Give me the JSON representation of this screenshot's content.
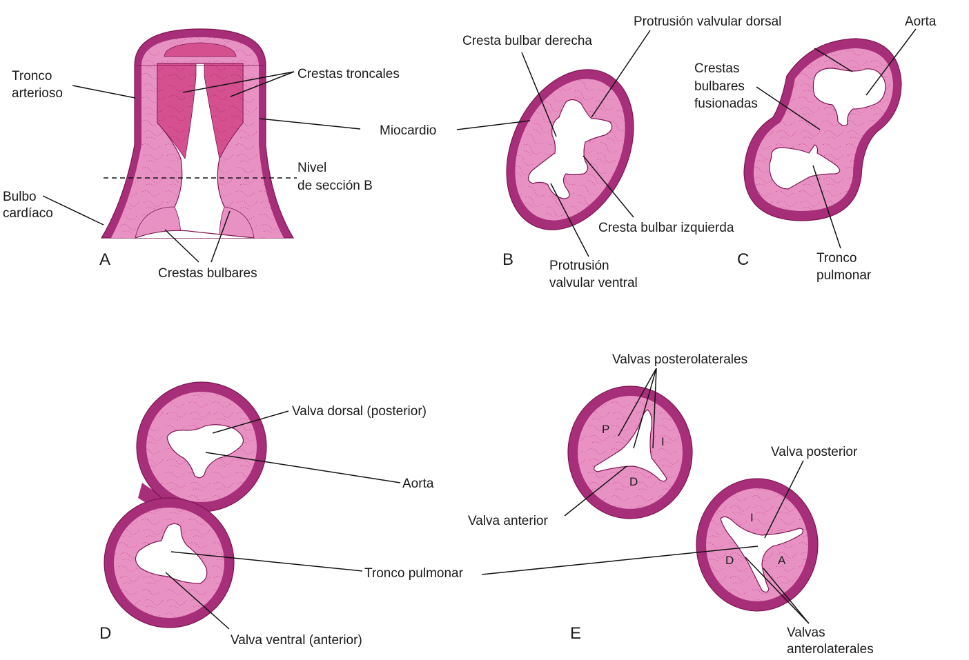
{
  "colors": {
    "myocardium": "#a72e78",
    "tissue": "#e892c4",
    "inner_crest": "#d4508f",
    "outline": "#7d1552",
    "lumen": "#ffffff"
  },
  "panel_letters": {
    "a": "A",
    "b": "B",
    "c": "C",
    "d": "D",
    "e": "E"
  },
  "panel_a": {
    "tronco_1": "Tronco",
    "tronco_2": "arterioso",
    "crestas_troncales": "Crestas troncales",
    "miocardio": "Miocardio",
    "nivel_1": "Nivel",
    "nivel_2": "de sección B",
    "bulbo_1": "Bulbo",
    "bulbo_2": "cardíaco",
    "crestas_bulbares": "Crestas bulbares"
  },
  "panel_b": {
    "cresta_derecha": "Cresta bulbar derecha",
    "protrusion_dorsal": "Protrusión valvular dorsal",
    "cresta_izquierda": "Cresta bulbar izquierda",
    "protrusion_ventral_1": "Protrusión",
    "protrusion_ventral_2": "valvular ventral"
  },
  "panel_c": {
    "aorta": "Aorta",
    "crestas_1": "Crestas",
    "crestas_2": "bulbares",
    "crestas_3": "fusionadas",
    "tronco_1": "Tronco",
    "tronco_2": "pulmonar"
  },
  "panel_d": {
    "valva_dorsal": "Valva dorsal (posterior)",
    "aorta": "Aorta",
    "tronco_pulmonar": "Tronco pulmonar",
    "valva_ventral": "Valva ventral (anterior)"
  },
  "panel_e": {
    "valvas_posterolaterales": "Valvas posterolaterales",
    "valva_anterior": "Valva anterior",
    "valva_posterior": "Valva posterior",
    "valvas_antero_1": "Valvas",
    "valvas_antero_2": "anterolaterales",
    "upper_letters": [
      "P",
      "I",
      "D"
    ],
    "lower_letters": [
      "I",
      "D",
      "A"
    ]
  }
}
